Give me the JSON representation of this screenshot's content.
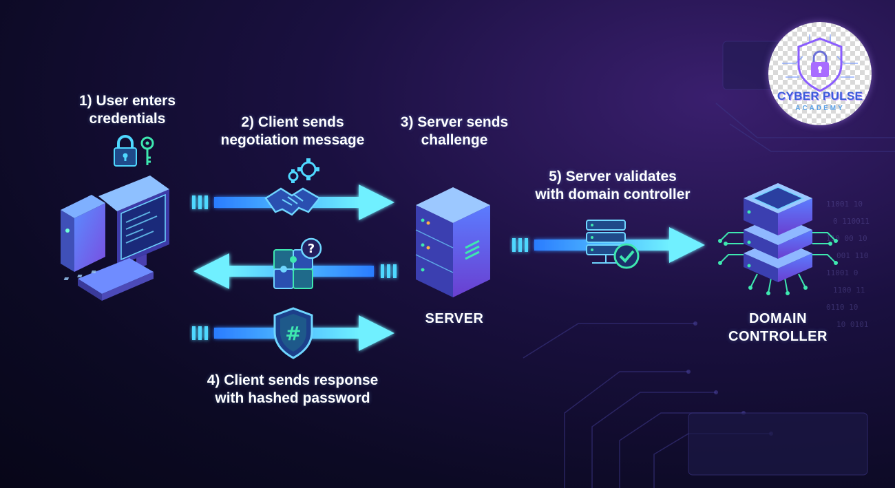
{
  "steps": {
    "step1": "1) User enters\ncredentials",
    "step2": "2) Client sends\nnegotiation message",
    "step3": "3) Server sends\nchallenge",
    "step4": "4) Client sends response\nwith hashed password",
    "step5": "5) Server validates\nwith domain controller"
  },
  "nodes": {
    "server": "SERVER",
    "domain_controller": "DOMAIN\nCONTROLLER"
  },
  "logo": {
    "title": "CYBER PULSE",
    "subtitle": "ACADEMY"
  },
  "icons": {
    "credentials": "lock-and-key-icon",
    "negotiation": "handshake-gears-icon",
    "challenge": "puzzle-question-icon",
    "response": "shield-hash-icon",
    "validation": "server-check-icon"
  },
  "colors": {
    "arrow": "#4fd8ff",
    "accent_green": "#3ee8b0",
    "accent_purple": "#8a5cff"
  }
}
